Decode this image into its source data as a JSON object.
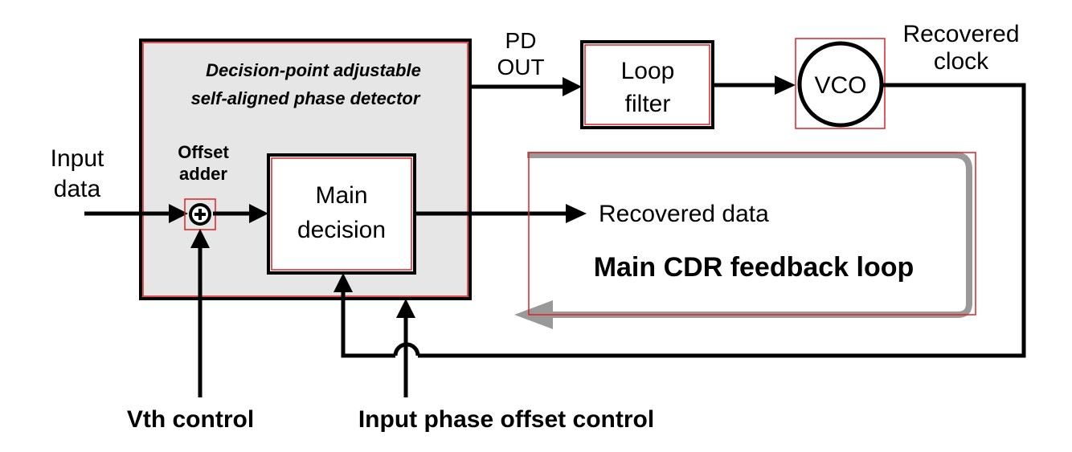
{
  "pd_block": {
    "title_line1": "Decision-point adjustable",
    "title_line2": "self-aligned phase detector"
  },
  "offset_adder": {
    "line1": "Offset",
    "line2": "adder"
  },
  "main_decision": {
    "line1": "Main",
    "line2": "decision"
  },
  "input_data": {
    "line1": "Input",
    "line2": "data"
  },
  "pd_out": {
    "line1": "PD",
    "line2": "OUT"
  },
  "loop_filter": {
    "line1": "Loop",
    "line2": "filter"
  },
  "vco": {
    "label": "VCO"
  },
  "recovered_clock": {
    "line1": "Recovered",
    "line2": "clock"
  },
  "recovered_data": {
    "label": "Recovered data"
  },
  "feedback_loop": {
    "label": "Main CDR feedback loop"
  },
  "vth_control": {
    "label": "Vth control"
  },
  "phase_offset_control": {
    "label": "Input phase offset control"
  },
  "colors": {
    "highlight": "#e02020",
    "pd_fill": "#e6e6e6",
    "loop_arrow": "#999999"
  }
}
